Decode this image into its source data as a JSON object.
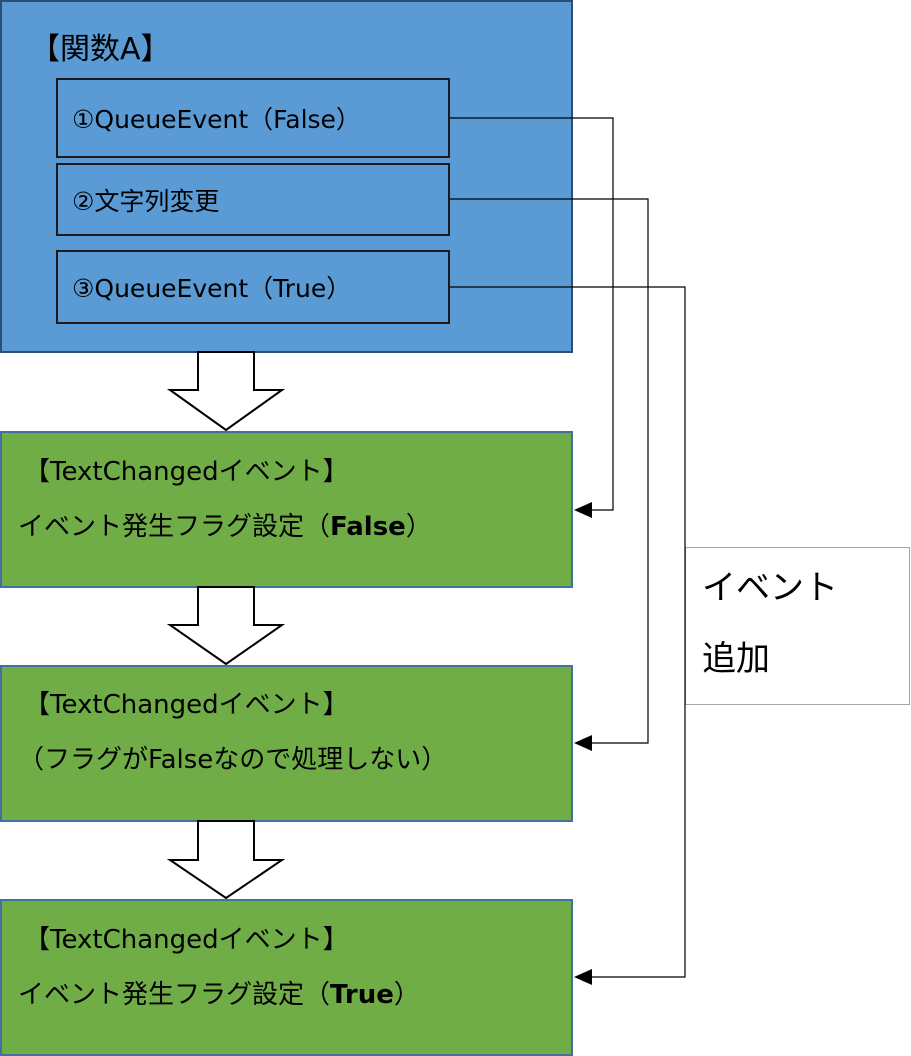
{
  "function_box": {
    "title": "【関数A】",
    "steps": [
      {
        "label": "①QueueEvent（False）"
      },
      {
        "label": "②文字列変更"
      },
      {
        "label": "③QueueEvent（True）"
      }
    ]
  },
  "events": [
    {
      "line1": "【TextChangedイベント】",
      "line2_prefix": "イベント発生フラグ設定（",
      "line2_bold": "False",
      "line2_suffix": "）"
    },
    {
      "line1": "【TextChangedイベント】",
      "line2_prefix": "（フラグがFalseなので処理しない）",
      "line2_bold": "",
      "line2_suffix": ""
    },
    {
      "line1": "【TextChangedイベント】",
      "line2_prefix": "イベント発生フラグ設定（",
      "line2_bold": "True",
      "line2_suffix": "）"
    }
  ],
  "side_label": {
    "line1": "イベント",
    "line2": "追加"
  },
  "colors": {
    "function_fill": "#5b9bd5",
    "event_fill": "#70ad47",
    "border": "#2e4f73"
  }
}
